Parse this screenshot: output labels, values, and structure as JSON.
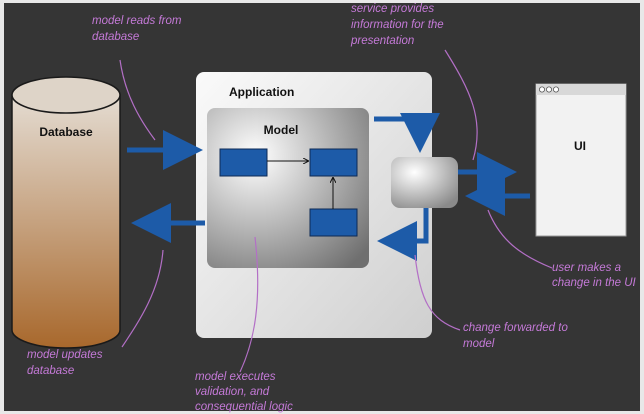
{
  "colors": {
    "background": "#353535",
    "arrow": "#1d5ba8",
    "annotation": "#c57ad8",
    "database": "#b07a45"
  },
  "nodes": {
    "database": "Database",
    "application": "Application",
    "model": "Model",
    "ui": "UI"
  },
  "annotations": {
    "reads": [
      "model reads from",
      "database"
    ],
    "updates": [
      "model updates",
      "database"
    ],
    "executes": [
      "model executes",
      "validation, and",
      "consequential logic"
    ],
    "service": [
      "service provides",
      "information for the",
      "presentation"
    ],
    "user": [
      "user makes a",
      "change in the UI"
    ],
    "forwarded": [
      "change forwarded to",
      "model"
    ]
  }
}
